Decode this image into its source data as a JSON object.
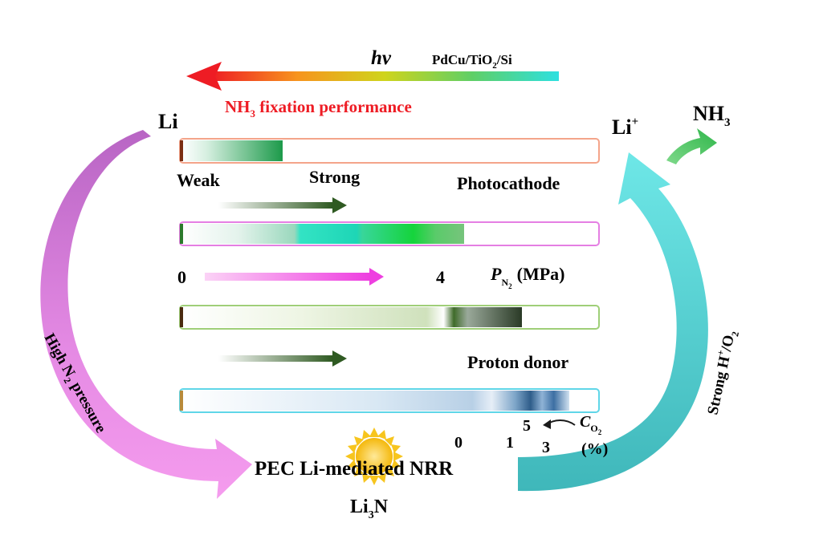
{
  "top": {
    "hv": "hv",
    "catalyst_main": "PdCu/TiO",
    "catalyst_sub": "2",
    "catalyst_tail": "/Si",
    "performance_pre": "NH",
    "performance_sub": "3",
    "performance_post": " fixation performance"
  },
  "species": {
    "li": "Li",
    "li_ion": "Li",
    "li_ion_sup": "+",
    "nh3": "NH",
    "nh3_sub": "3",
    "li3n_pre": "Li",
    "li3n_sub": "3",
    "li3n_post": "N"
  },
  "bar1": {
    "left_label": "Weak",
    "mid_label": "Strong",
    "right_label": "Photocathode"
  },
  "bar2": {
    "left_value": "0",
    "right_value": "4",
    "var_main": "P",
    "var_sub": "N",
    "var_subsub": "2",
    "unit": "(MPa)"
  },
  "bar3": {
    "right_label": "Proton donor"
  },
  "bar4": {
    "v0": "0",
    "v1": "1",
    "v3": "3",
    "v5": "5",
    "co2_main": "C",
    "co2_sub": "O",
    "co2_subsub": "2",
    "co2_unit": "(%)"
  },
  "left_arrow": {
    "pre": "High N",
    "sub": "2",
    "post": " pressure"
  },
  "right_arrow": {
    "pre": "Strong H",
    "sup": "+",
    "post": "/O",
    "sub": "2"
  },
  "center": {
    "title": "PEC Li-mediated NRR"
  },
  "colors": {
    "performance": "#ee1c24",
    "left_arc": "#d57fd8",
    "right_arc": "#4fc6c9",
    "nh3_arrow": "#3ab54a",
    "bar1_border": "#f4a48a",
    "bar2_border": "#e57fe3",
    "bar3_border": "#9fcf78",
    "bar4_border": "#5fd6e8",
    "sun": "#f7c51e"
  },
  "icons": [
    "light-arrow-icon",
    "sun-icon",
    "nh3-arrow-icon"
  ]
}
